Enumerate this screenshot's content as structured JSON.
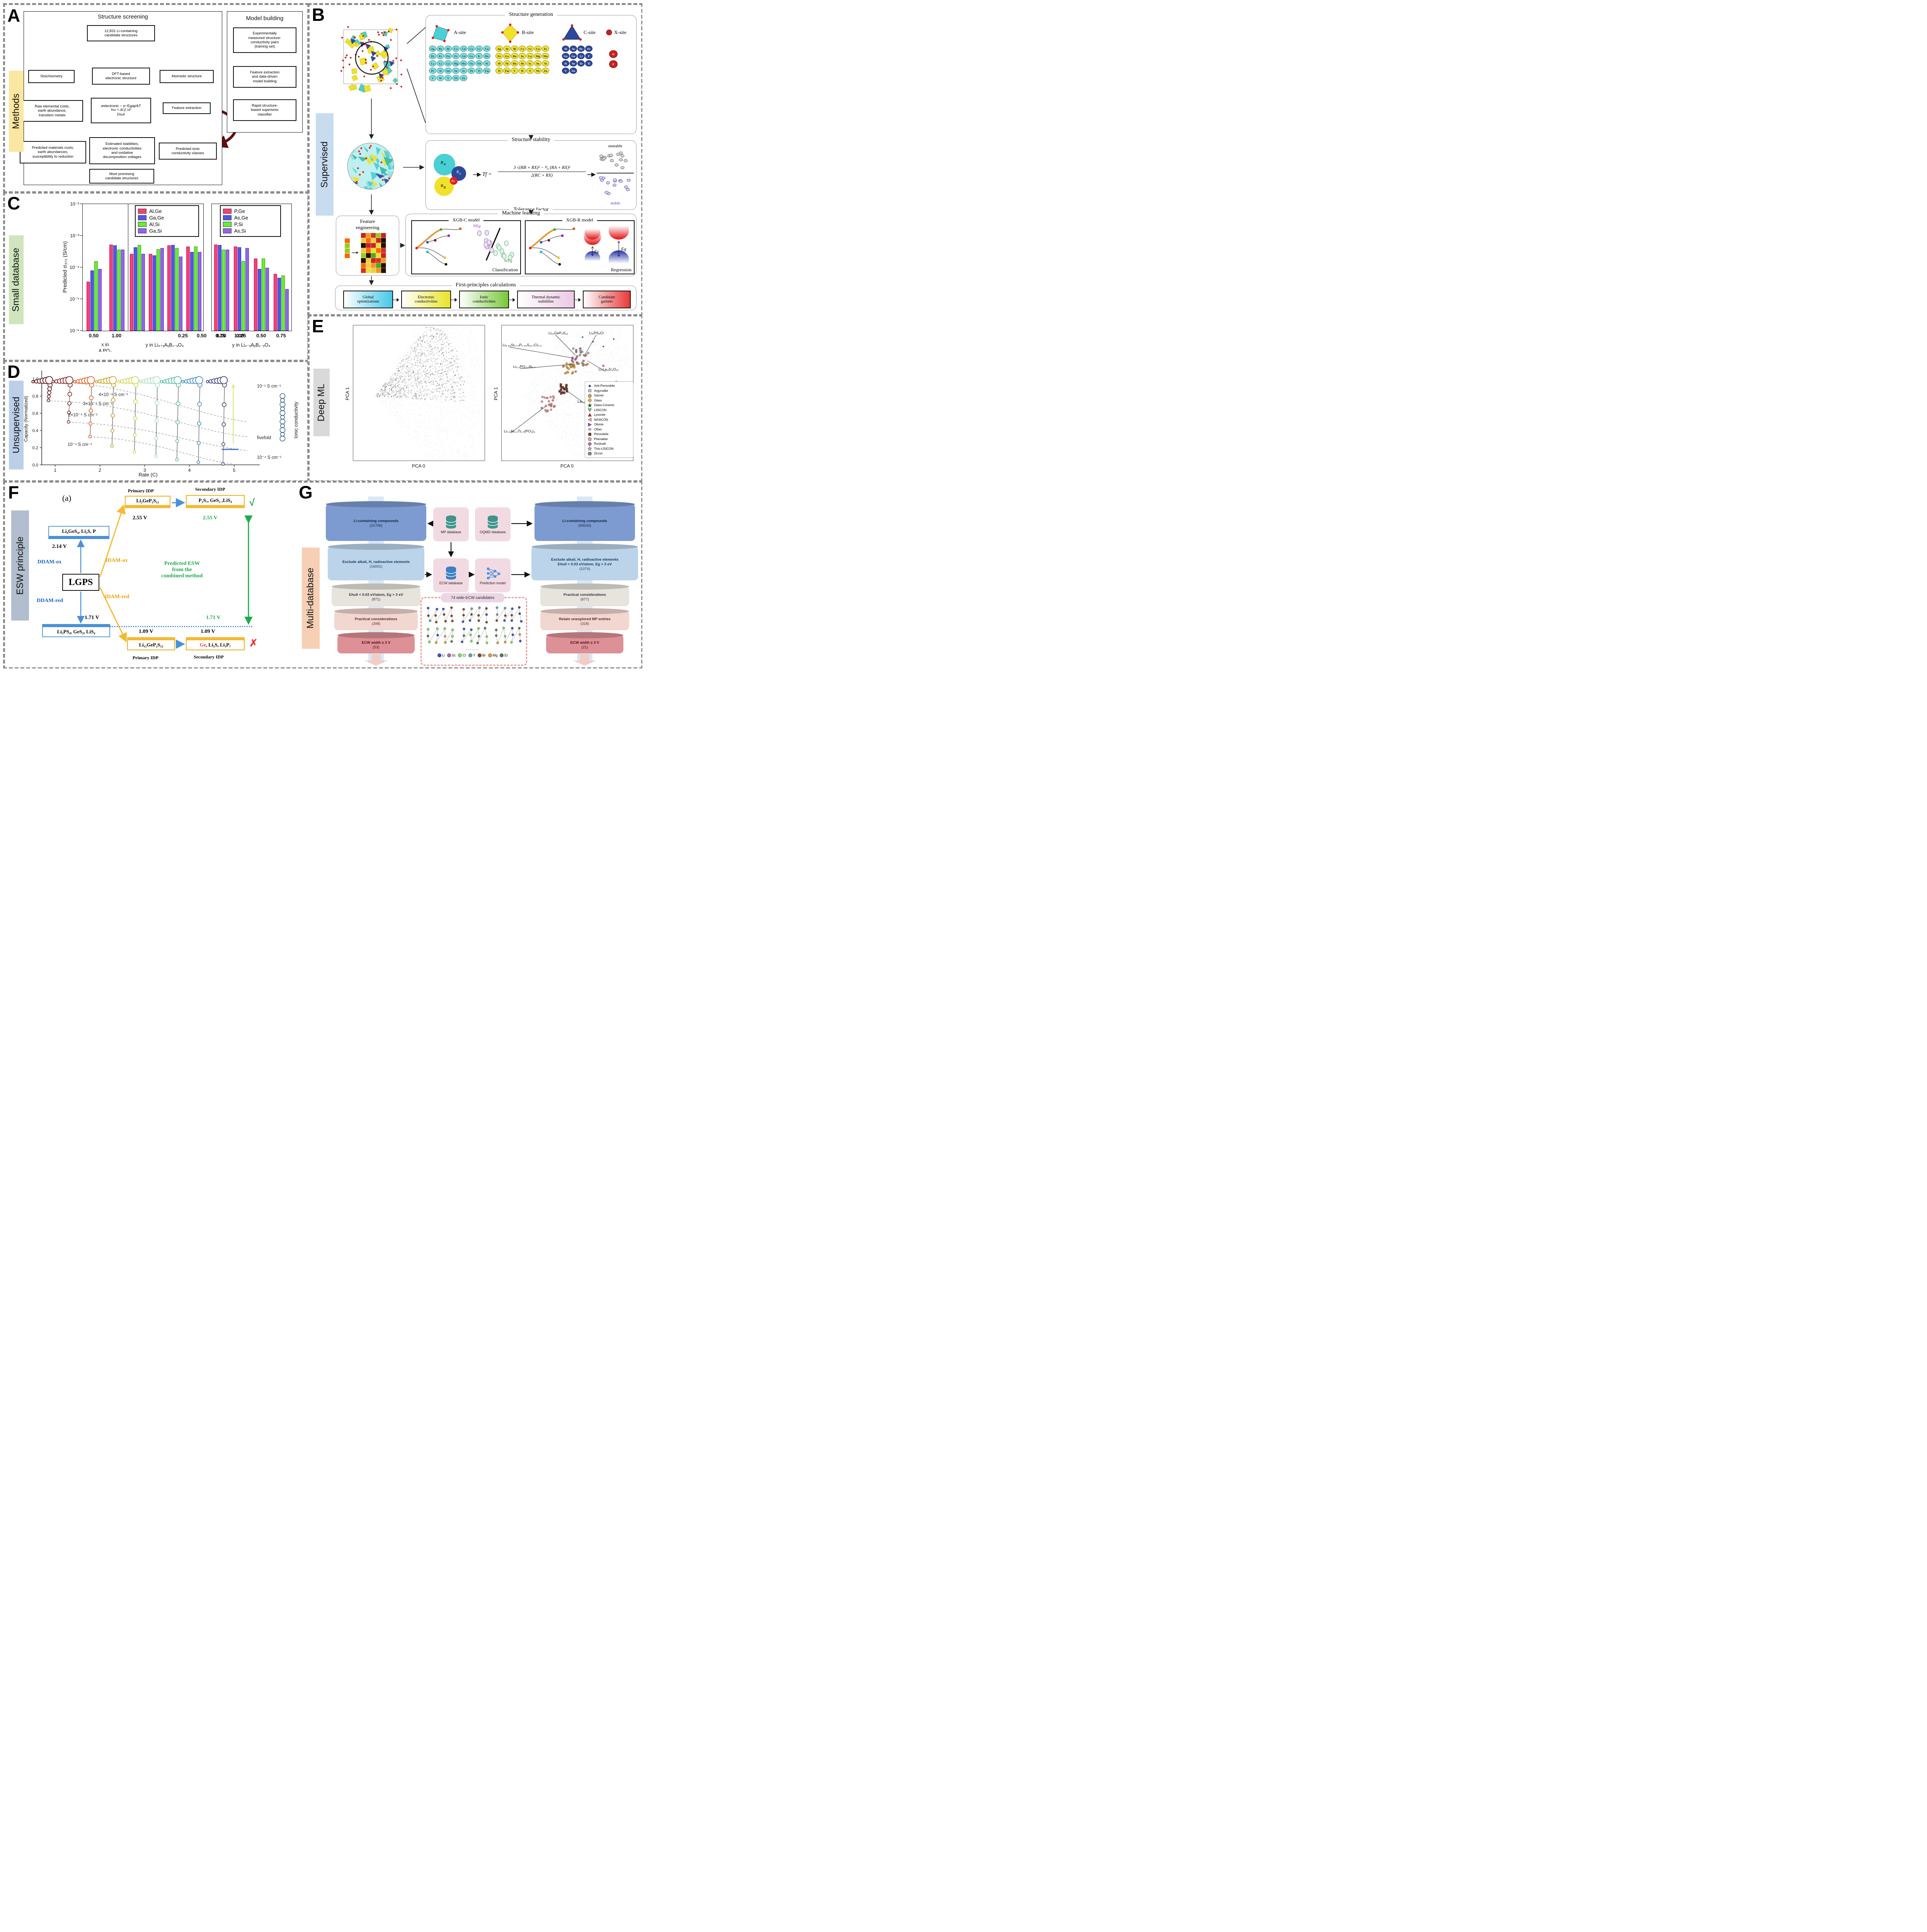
{
  "panels": {
    "A": {
      "letter": "A",
      "sidebar": "Methods",
      "screening_title": "Structure screening",
      "model_title": "Model building",
      "candidates": "12,831 Li-containing\ncandidate structures",
      "stoichiometry": "Stoichiometry",
      "dft": "DFT-based\nelectronic structure",
      "atomistic": "Atomistic structure",
      "raw_costs": "Raw elemental costs,\nearth abundance,\ntransition metals",
      "formula_line1": "σelectronic ~ e−Egap/kT",
      "formula_line2": "Vox ≈ ΔGf /zF",
      "formula_line3": "Ehull",
      "feature_extraction": "Feature extraction",
      "predicted_costs": "Predicted materials costs,\nearth abundances,\nsusceptibility to reduction",
      "estimated": "Estimated stabilities,\nelectronic conductivities\nand oxidative\ndecomposition voltages",
      "predicted_ionic": "Predicted ionic\nconductivity classes",
      "most_promising": "Most promising\ncandidate structures",
      "exp_pairs": "Experimentally\nmeasured structure-\nconductivity pairs\n(training set)",
      "feat_model": "Feature extraction\nand data-driven\nmodel building",
      "rapid": "Rapid structure-\nbased superionic\nclassifier"
    },
    "B": {
      "letter": "B",
      "sidebar": "Supervised",
      "structgen_title": "Structure generation",
      "sites": [
        {
          "name": "A-site",
          "color": "#7adedd",
          "text": "#0e4a56",
          "rows": [
            [
              "Ag",
              "Ba",
              "Bi",
              "Ca",
              "Cd",
              "Co",
              "Cr",
              "Cu"
            ],
            [
              "Dy",
              "Er",
              "Eu",
              "Fe",
              "Gd",
              "Ge",
              "K",
              "Ho"
            ],
            [
              "La",
              "Li",
              "Lu",
              "Mg",
              "Mn",
              "Na",
              "Nd",
              "Ni"
            ],
            [
              "Pr",
              "Si",
              "Sm",
              "Sn",
              "Sr",
              "Tb",
              "Ti",
              "Tm"
            ],
            [
              "V",
              "W",
              "Y",
              "Yb",
              "Zn"
            ]
          ]
        },
        {
          "name": "B-site",
          "color": "#f2e52e",
          "text": "#1a1a1a",
          "rows": [
            [
              "Ag",
              "Al",
              "Bi",
              "Co",
              "Cr",
              "Cu",
              "Er"
            ],
            [
              "Fe",
              "Ga",
              "Ho",
              "In",
              "Lu",
              "Mg",
              "Mn"
            ],
            [
              "M",
              "Ni",
              "Rh",
              "Sb",
              "Sc",
              "Sn",
              "Te"
            ],
            [
              "Ti",
              "Tm",
              "V",
              "W",
              "Y",
              "Yb",
              "Zn"
            ]
          ]
        },
        {
          "name": "C-site",
          "color": "#2c4899",
          "text": "#ffffff",
          "rows": [
            [
              "Al",
              "As",
              "Dy",
              "Fe"
            ],
            [
              "Ga",
              "Ge",
              "Li",
              "P"
            ],
            [
              "Si",
              "Sn",
              "Te",
              "Ti"
            ],
            [
              "V",
              "Zn"
            ]
          ]
        },
        {
          "name": "X-site",
          "color": "#cc1f1f",
          "text": "#ffffff",
          "rows": [
            [
              "O"
            ],
            [
              "F"
            ]
          ]
        }
      ],
      "stability_title": "Structure stability",
      "tolerance_caption": "Tolerance factor",
      "tf_prefix": "Tf  =",
      "tf_numerator": "3 √(RB + RX)² − ⁴⁄₉ (RA + RX)²",
      "tf_denominator": "2(RC + RX)",
      "unstable": "unstable",
      "stable": "stable",
      "ra": "RA",
      "rb": "RB",
      "rc": "RC",
      "rx": "RX",
      "fe_title": "Feature\nengineering",
      "ml_title": "Machine learning",
      "xgbc_title": "XGB-C model",
      "xgbr_title": "XGB-R model",
      "classification": "Classification",
      "regression": "Regression",
      "neg": "NEg",
      "weg": "WEg",
      "eg": "Eg",
      "fp_title": "First-principles calculations",
      "fp_boxes": [
        {
          "label": "Global\noptimizations",
          "color": "#45c8e8"
        },
        {
          "label": "Electronic\nconductivities",
          "color": "#e8e428"
        },
        {
          "label": "Ionic\nconductivities",
          "color": "#78c838"
        },
        {
          "label": "Thermal dynamic\nstabilities",
          "color": "#ecc8e4"
        },
        {
          "label": "Candidate\ngarnets",
          "color": "#e83838"
        }
      ]
    },
    "C": {
      "letter": "C",
      "sidebar": "Small database",
      "ylabel": "Predicted σ₃₇₃ (S/cm)",
      "yticks": [
        "10⁻²",
        "10⁻³",
        "10⁻⁴",
        "10⁻⁵",
        "10⁻⁶"
      ],
      "legend1": [
        {
          "label": "Al,Ge",
          "color": "#f5407a"
        },
        {
          "label": "Ga,Ge",
          "color": "#5058e8"
        },
        {
          "label": "Al,Si",
          "color": "#66ee33"
        },
        {
          "label": "Ga,Si",
          "color": "#9066e8"
        }
      ],
      "legend2": [
        {
          "label": "P,Ge",
          "color": "#f5407a"
        },
        {
          "label": "As,Ge",
          "color": "#5058e8"
        },
        {
          "label": "P,Si",
          "color": "#66ee33"
        },
        {
          "label": "As,Si",
          "color": "#9066e8"
        }
      ],
      "caption1": "x in",
      "caption1_clip": "A      PO₄",
      "caption2": "y in Li₄₊ᵧAᵧB₁₋ᵧO₄",
      "caption3": "y in Li₄₋ᵧAᵧB₁₋ᵧO₄"
    },
    "D": {
      "letter": "D",
      "sidebar": "Unsupervised",
      "right_top": "10⁻¹ S cm⁻¹",
      "right_side": "Ionic conductivity",
      "fivefold": "fivefold",
      "right_bottom": "10⁻⁴ S cm⁻¹"
    },
    "E": {
      "letter": "E",
      "sidebar": "Deep ML",
      "xlabel": "PCA 0",
      "ylabel": "PCA 1",
      "legend": [
        {
          "label": "Anti-Perovskite",
          "shape": "circle",
          "color": "#1f4e79"
        },
        {
          "label": "Argyrodite",
          "shape": "square",
          "color": "#a8c8e8"
        },
        {
          "label": "Garnet",
          "shape": "pentagon",
          "color": "#f09030"
        },
        {
          "label": "Glass",
          "shape": "diamond",
          "color": "#e8b050"
        },
        {
          "label": "Glass-Ceramic",
          "shape": "star",
          "color": "#2a6a2a"
        },
        {
          "label": "LISICON",
          "shape": "triangle-down",
          "color": "#6ac648"
        },
        {
          "label": "Lysonite",
          "shape": "triangle-up",
          "color": "#c62828"
        },
        {
          "label": "NASICON",
          "shape": "triangle-left",
          "color": "#f0a0a0"
        },
        {
          "label": "Olivine",
          "shape": "triangle-right",
          "color": "#7a52c6"
        },
        {
          "label": "Other",
          "shape": "ellipse",
          "color": "#c8a8e0"
        },
        {
          "label": "Perovskite",
          "shape": "square",
          "color": "#7a3428"
        },
        {
          "label": "Phenakite",
          "shape": "pentagon",
          "color": "#d8a888"
        },
        {
          "label": "Rocksalt",
          "shape": "diamond",
          "color": "#d858b8"
        },
        {
          "label": "Thio-LISICON",
          "shape": "star",
          "color": "#e8a8c8"
        },
        {
          "label": "Zircon",
          "shape": "hexagon",
          "color": "#888888"
        }
      ],
      "annotations": [
        {
          "text": "Li₁₀GeP₂S₁₂",
          "tx": 0.36,
          "ty": 0.045,
          "px": 0.565,
          "py": 0.225
        },
        {
          "text": "Li₆PS₅Cl",
          "tx": 0.67,
          "ty": 0.045,
          "px": 0.64,
          "py": 0.215
        },
        {
          "text": "Li₉.₅₄Si₁.₇₄P₁.₄₄S₁₁.₇Cl₀.₃",
          "tx": 0.01,
          "ty": 0.135,
          "px": 0.55,
          "py": 0.245
        },
        {
          "text": "Li₃.₂PO₃.₁N₀.₇",
          "tx": 0.09,
          "ty": 0.295,
          "px": 0.545,
          "py": 0.29
        },
        {
          "text": "Li₇La₃Zr₂O₁₂",
          "tx": 0.74,
          "ty": 0.315,
          "px": 0.655,
          "py": 0.265
        },
        {
          "text": "La₀.₅₇Li₀.₂₉TiO₃",
          "tx": 0.58,
          "ty": 0.55,
          "px": 0.475,
          "py": 0.47
        },
        {
          "text": "Li₁.₃Al₀.₃Ti₁.₇(PO₄)₃",
          "tx": 0.02,
          "ty": 0.77,
          "px": 0.34,
          "py": 0.6
        }
      ]
    },
    "F": {
      "letter": "F",
      "sidebar": "ESW principle",
      "tag": "(a)",
      "primary_idp": "Primary IDP",
      "secondary_idp": "Secondary IDP",
      "box_li2": "Li₂GeP₂S₁₂",
      "v255a": "2.55 V",
      "box_p2s7": "P₂S₇, GeS₂ ,LiS₄",
      "v255b": "2.55 V",
      "check": "√",
      "box_li4": "Li₄GeS₄, Li₂S, P",
      "v214": "2.14 V",
      "ddam_ox": "DDAM-ox",
      "idam_ox": "IDAM-ox",
      "lgps": "LGPS",
      "ddam_red": "DDAM-red",
      "idam_red": "IDAM-red",
      "predicted_esw": "Predicted ESW\nfrom the\ncombined method",
      "v171a": "1.71 V",
      "v171b": "1.71 V",
      "box_li3": "Li₃PS₄, GeS₂, LiS₄",
      "v109a": "1.09 V",
      "v109b": "1.09 V",
      "box_li15": "Li₁₅GeP₂S₁₂",
      "ge": "Ge",
      "ge_rest": ", Li₂S, Li₃P₇",
      "cross": "✗"
    },
    "G": {
      "letter": "G",
      "sidebar": "Multi-database",
      "left_funnel": [
        {
          "line1": "Li-containing compounds",
          "count": "(21706)"
        },
        {
          "line1": "Exclude alkali, H, radioactive elements",
          "count": "(16001)"
        },
        {
          "line1": "Ehull < 0.03 eV/atom, Eg > 3 eV",
          "count": "(871)"
        },
        {
          "line1": "Practical considerations",
          "count": "(398)"
        },
        {
          "line1": "ECW width ≥ 3 V",
          "count": "(53)"
        }
      ],
      "right_funnel": [
        {
          "line1": "Li-containing compounds",
          "count": "(69243)"
        },
        {
          "line1": "Exclude alkali, H, radioactive elements",
          "line2": "Ehull < 0.03 eV/atom, Eg > 3 eV",
          "count": "(1074)"
        },
        {
          "line1": "Practical considerations",
          "count": "(677)"
        },
        {
          "line1": "Retain unexplored MP entries",
          "count": "(318)"
        },
        {
          "line1": "ECW width ≥ 3 V",
          "count": "(21)"
        }
      ],
      "mp": "MP database",
      "oqmd": "OQMD database",
      "ecw": "ECW database",
      "pred": "Prediction model",
      "candidates_title": "74 wide-ECW candidates",
      "dots": ".......",
      "elements": [
        {
          "label": "Li",
          "color": "#3a52c9"
        },
        {
          "label": "Sc",
          "color": "#b06a9a"
        },
        {
          "label": "Cl",
          "color": "#7ed957"
        },
        {
          "label": "Y",
          "color": "#69a0a2"
        },
        {
          "label": "Br",
          "color": "#8a4a2a"
        },
        {
          "label": "Mg",
          "color": "#e8923f"
        },
        {
          "label": "Er",
          "color": "#5a7a52"
        }
      ]
    }
  },
  "chart_data": [
    {
      "id": "C",
      "type": "bar",
      "title": "",
      "ylabel": "Predicted σ₃₇₃ (S/cm)",
      "yscale": "log",
      "ylim": [
        1e-06,
        0.01
      ],
      "series_names_left": [
        "Al,Ge",
        "Ga,Ge",
        "Al,Si",
        "Ga,Si"
      ],
      "series_names_right": [
        "P,Ge",
        "As,Ge",
        "P,Si",
        "As,Si"
      ],
      "sections": [
        {
          "caption": "x in",
          "groups": [
            {
              "tick": "0.50",
              "values": [
                3.5e-05,
                8e-05,
                0.000155,
                9e-05
              ]
            },
            {
              "tick": "1.00",
              "values": [
                0.00052,
                0.0005,
                0.00036,
                0.00036
              ]
            }
          ]
        },
        {
          "caption": "y in Li₄₊ᵧAᵧB₁₋ᵧO₄",
          "groups": [
            {
              "tick": "0.25",
              "values": [
                0.00027,
                0.00043,
                0.00051,
                0.00027
              ]
            },
            {
              "tick": "0.50",
              "values": [
                0.00027,
                0.00024,
                0.00037,
                0.00041
              ]
            },
            {
              "tick": "0.75",
              "values": [
                0.00049,
                0.00051,
                0.00041,
                0.00022
              ]
            },
            {
              "tick": "1.00",
              "values": [
                0.00045,
                0.00031,
                0.00045,
                0.00031
              ]
            }
          ]
        },
        {
          "caption": "y in Li₄₋ᵧAᵧB₁₋ᵧO₄",
          "groups": [
            {
              "tick": "0.00",
              "values": [
                0.00053,
                0.00051,
                0.00036,
                0.00036
              ]
            },
            {
              "tick": "0.25",
              "values": [
                0.00046,
                0.00043,
                0.000155,
                0.00041
              ]
            },
            {
              "tick": "0.50",
              "values": [
                0.00019,
                9e-05,
                0.00019,
                9.7e-05
              ]
            },
            {
              "tick": "0.75",
              "values": [
                6.2e-05,
                4.7e-05,
                5.6e-05,
                2.1e-05
              ]
            }
          ]
        }
      ]
    },
    {
      "id": "D",
      "type": "scatter",
      "title": "",
      "xlabel": "Rate (C)",
      "ylabel": "Capacity (Normalized)",
      "xlim": [
        0.7,
        5.45
      ],
      "ylim": [
        0.0,
        1.07
      ],
      "xticks": [
        1,
        2,
        3,
        4,
        5
      ],
      "yticks": [
        0.0,
        0.2,
        0.4,
        0.6,
        0.8,
        1.0
      ],
      "conductivity_chains": [
        {
          "rate": 0.85,
          "color": "#571014",
          "min_capacity": 0.75
        },
        {
          "rate": 1.3,
          "color": "#7c2222",
          "min_capacity": 0.5
        },
        {
          "rate": 1.78,
          "color": "#e25d1d",
          "min_capacity": 0.33
        },
        {
          "rate": 2.27,
          "color": "#c9a21e",
          "min_capacity": 0.22
        },
        {
          "rate": 2.77,
          "color": "#ccd850",
          "min_capacity": 0.15
        },
        {
          "rate": 3.25,
          "color": "#abe2bd",
          "min_capacity": 0.1
        },
        {
          "rate": 3.72,
          "color": "#58b9a9",
          "min_capacity": 0.06
        },
        {
          "rate": 4.2,
          "color": "#3f8fc3",
          "min_capacity": 0.03
        },
        {
          "rate": 4.75,
          "color": "#3c3e79",
          "min_capacity": 0.01
        }
      ],
      "annotations": [
        {
          "text": "4×10⁻⁴ S cm⁻¹",
          "x": 2.3,
          "y": 0.8
        },
        {
          "text": "3×10⁻⁴ S cm⁻¹",
          "x": 1.95,
          "y": 0.695
        },
        {
          "text": "2×10⁻⁴ S cm⁻¹",
          "x": 1.62,
          "y": 0.565
        },
        {
          "text": "10⁻⁴ S cm⁻¹",
          "x": 1.55,
          "y": 0.22
        }
      ],
      "dashed_curves": [
        {
          "x1": 0.82,
          "y1": 0.97,
          "x2": 5.3,
          "y2": 0.5
        },
        {
          "x1": 0.82,
          "y1": 0.745,
          "x2": 5.3,
          "y2": 0.325
        },
        {
          "x1": 1.3,
          "y1": 0.495,
          "x2": 5.3,
          "y2": 0.165
        },
        {
          "x1": 1.78,
          "y1": 0.325,
          "x2": 4.95,
          "y2": 0.012
        }
      ]
    },
    {
      "id": "E",
      "type": "scatter",
      "title": "",
      "xlabel": "PCA 0",
      "ylabel": "PCA 1",
      "clusters_right": [
        {
          "name": "mixed-top",
          "cx": 0.6,
          "cy": 0.235,
          "spread": 0.065,
          "n": 32,
          "colors": [
            "#7ec636",
            "#e06aa8",
            "#f09030",
            "#a8c8e8",
            "#c898d8",
            "#3a9a4a",
            "#d858b8"
          ],
          "shape": "mixed"
        },
        {
          "name": "garnet-glass",
          "cx": 0.52,
          "cy": 0.33,
          "spread": 0.05,
          "n": 20,
          "colors": [
            "#f09030",
            "#e8b050"
          ],
          "shape": "pentagon"
        },
        {
          "name": "perovskite",
          "cx": 0.465,
          "cy": 0.47,
          "spread": 0.038,
          "n": 16,
          "colors": [
            "#7a3428"
          ],
          "shape": "square"
        },
        {
          "name": "nasicon",
          "cx": 0.345,
          "cy": 0.585,
          "spread": 0.06,
          "n": 24,
          "colors": [
            "#f0a0a0",
            "#e87878"
          ],
          "shape": "triangle"
        }
      ]
    }
  ]
}
